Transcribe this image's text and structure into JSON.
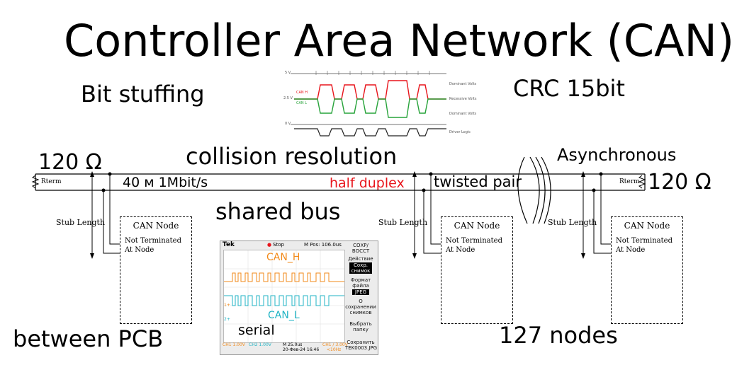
{
  "title": "Controller Area Network (CAN)",
  "labels": {
    "bit_stuffing": "Bit stuffing",
    "crc": "CRC 15bit",
    "collision": "collision resolution",
    "asynchronous": "Asynchronous",
    "rterm_left": "120 Ω",
    "rterm_right": "120 Ω",
    "speed": "40 м 1Mbit/s",
    "half_duplex": "half duplex",
    "twisted_pair": "twisted pair",
    "shared_bus": "shared bus",
    "between_pcb": "between PCB",
    "nodes": "127 nodes",
    "serial": "serial"
  },
  "colors": {
    "half_duplex": "#e8141b",
    "can_h": "#f28a1a",
    "can_l": "#1fb3c4",
    "canh_wave": "#e8141b",
    "canl_wave": "#27a33a"
  },
  "diagram": {
    "rterm": "Rterm",
    "stub_length": "Stub Length",
    "nodes": [
      {
        "title": "CAN Node",
        "line1": "Not Terminated",
        "line2": "At Node"
      },
      {
        "title": "CAN Node",
        "line1": "Not Terminated",
        "line2": "At Node"
      },
      {
        "title": "CAN Node",
        "line1": "Not Terminated",
        "line2": "At Node"
      }
    ]
  },
  "waveform": {
    "levels": [
      "5 V",
      "2.5 V",
      "0 V"
    ],
    "can_h": "CAN H",
    "can_l": "CAN L",
    "right": [
      "Dominant Volts",
      "Recessive Volts",
      "Dominant Volts",
      "Driver Logic"
    ]
  },
  "scope": {
    "brand": "Tek",
    "state": "Stop",
    "mpos": "M Pos: 106.0us",
    "can_h": "CAN_H",
    "can_l": "CAN_L",
    "ch1_marker": "1+",
    "ch2_marker": "2+",
    "ch1": "CH1  1.00V",
    "ch2": "CH2  1.00V",
    "time": "M 25.0us",
    "date": "20-Фев-24 16:46",
    "trig": "CH1  ∕  3.00V",
    "freq": "<10Hz",
    "menu_title": "СОХР/ВОССТ",
    "action": "Действие",
    "action_val": "Сохр. снимок",
    "format": "Формат файла",
    "format_val": "JPEG",
    "about": "О сохранении снимков",
    "choose": "Выбрать папку",
    "save": "Сохранить TEK0003.JPG"
  }
}
